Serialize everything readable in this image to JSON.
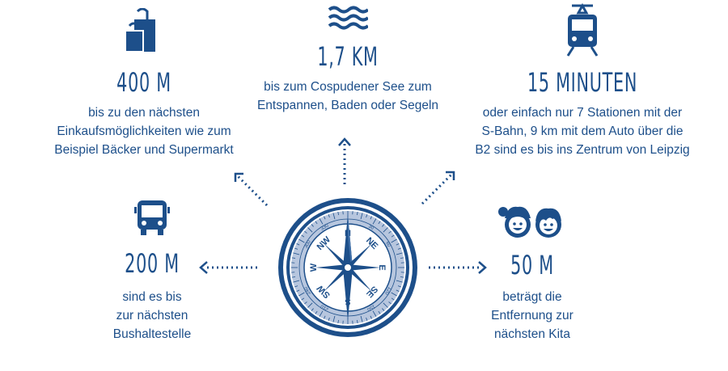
{
  "colors": {
    "primary": "#1d4f8a",
    "light": "#b7c6de",
    "white": "#ffffff"
  },
  "items": {
    "shopping": {
      "icon": "shopping-bags-icon",
      "value": "400 M",
      "lines": [
        "bis zu den nächsten",
        "Einkaufsmöglichkeiten wie zum",
        "Beispiel Bäcker und Supermarkt"
      ]
    },
    "lake": {
      "icon": "water-waves-icon",
      "value": "1,7 KM",
      "lines": [
        "bis zum Cospudener See zum",
        "Entspannen, Baden oder Segeln"
      ]
    },
    "train": {
      "icon": "tram-icon",
      "value": "15 MINUTEN",
      "lines": [
        "oder einfach nur 7 Stationen mit der",
        "S-Bahn, 9 km mit dem Auto über die",
        "B2 sind es bis ins Zentrum von Leipzig"
      ]
    },
    "bus": {
      "icon": "bus-icon",
      "value": "200 M",
      "lines": [
        "sind es bis",
        "zur nächsten",
        "Bushaltestelle"
      ]
    },
    "kita": {
      "icon": "children-faces-icon",
      "value": "50 M",
      "lines": [
        "beträgt die",
        "Entfernung zur",
        "nächsten Kita"
      ]
    }
  },
  "compass": {
    "icon": "compass-rose-icon",
    "directions": [
      "N",
      "NE",
      "E",
      "SE",
      "S",
      "SW",
      "W",
      "NW"
    ],
    "degree_labels": [
      "30",
      "60",
      "120",
      "150",
      "210",
      "240",
      "300",
      "330"
    ]
  }
}
